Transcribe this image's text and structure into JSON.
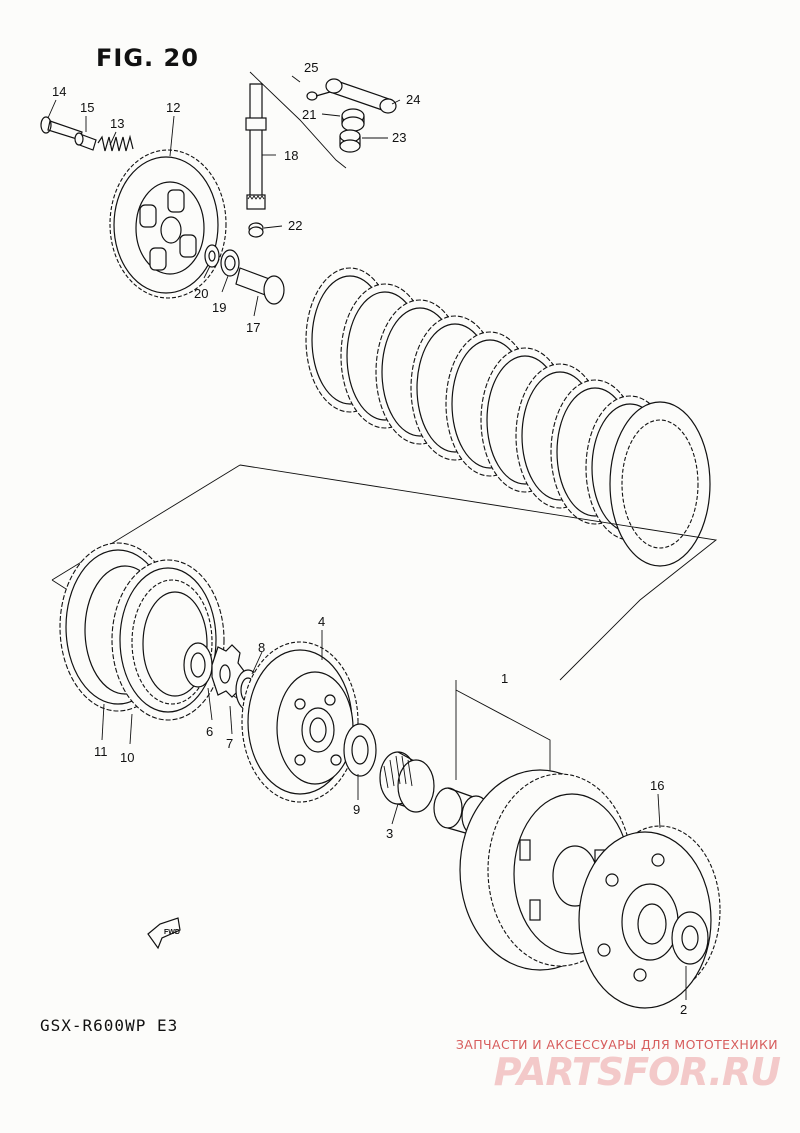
{
  "figure": {
    "title": "FIG. 20",
    "model": "GSX-R600WP  E3",
    "fwd_label": "FWD"
  },
  "callouts": [
    "1",
    "2",
    "3",
    "4",
    "6",
    "7",
    "8",
    "9",
    "10",
    "11",
    "12",
    "13",
    "14",
    "15",
    "16",
    "17",
    "18",
    "19",
    "20",
    "21",
    "22",
    "23",
    "24",
    "25"
  ],
  "watermark": {
    "subtitle": "ЗАПЧАСТИ И АКСЕССУАРЫ ДЛЯ МОТОТЕХНИКИ",
    "logo": "PARTSFOR.RU"
  },
  "colors": {
    "ink": "#111111",
    "paper": "#fcfcfa",
    "watermark": "#d75d5d"
  }
}
